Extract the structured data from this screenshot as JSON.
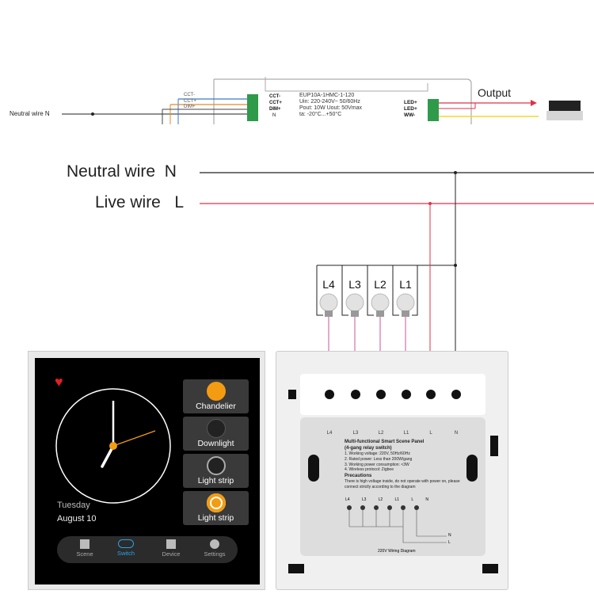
{
  "top_diagram": {
    "neutral_label": "Neutral wire  N",
    "driver_terminals": [
      "CCT-",
      "CCT+",
      "DIM+",
      "N"
    ],
    "wire_labels": [
      "CCT-",
      "CCT+",
      "DIM+"
    ],
    "driver_model": "EUP10A-1HMC-1-120",
    "driver_specs": [
      "Uin: 220-240V~  50/60Hz",
      "Pout: 10W  Uout: 50Vmax",
      "ta: -20°C...+50°C"
    ],
    "output_terminals": [
      "LED+",
      "LED+",
      "WW-"
    ],
    "output_label": "Output"
  },
  "wiring": {
    "neutral": {
      "label": "Neutral wire",
      "letter": "N"
    },
    "live": {
      "label": "Live wire",
      "letter": "L"
    },
    "bulbs": [
      "L4",
      "L3",
      "L2",
      "L1"
    ],
    "colors": {
      "neutral": "#222222",
      "live": "#e0304a",
      "load": "#c9559a"
    }
  },
  "screen": {
    "day": "Tuesday",
    "date": "August 10",
    "tiles": [
      {
        "label": "Chandelier",
        "on": true
      },
      {
        "label": "Downlight",
        "on": false
      },
      {
        "label": "Light strip",
        "on": false
      },
      {
        "label": "Light strip",
        "on": true
      }
    ],
    "nav": [
      {
        "label": "Scene",
        "active": false
      },
      {
        "label": "Switch",
        "active": true
      },
      {
        "label": "Device",
        "active": false
      },
      {
        "label": "Settings",
        "active": false
      }
    ],
    "accent": "#f39c12",
    "active_color": "#29a3e6"
  },
  "back_panel": {
    "terminals": [
      "L4",
      "L3",
      "L2",
      "L1",
      "L",
      "N"
    ],
    "title": "Multi-functional Smart Scene Panel",
    "subtitle": "(4-gang relay switch)",
    "specs": [
      "1. Working voltage: 220V, 50Hz/60Hz",
      "2. Rated power: Less than 200W/gang",
      "3. Working power consumption: <3W",
      "4. Wireless protocol: Zigbee"
    ],
    "precautions_title": "Precautions",
    "precautions": "There is high voltage inside, do not operate with power on, please connect strictly according to the diagram",
    "mini_terminals": [
      "L4",
      "L3",
      "L2",
      "L1",
      "L",
      "N"
    ],
    "mini_lines": [
      "N",
      "L"
    ],
    "diagram_caption": "220V Wiring Diagram"
  }
}
